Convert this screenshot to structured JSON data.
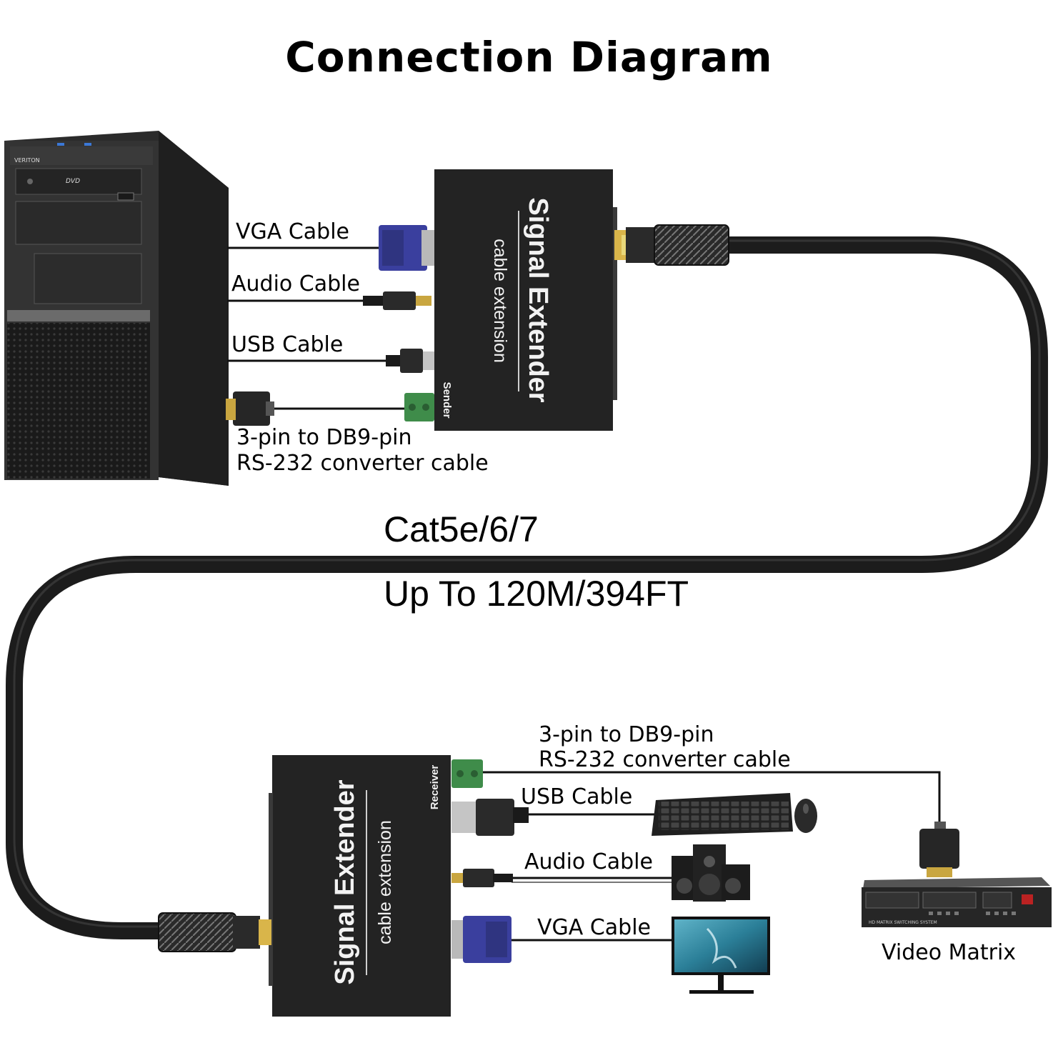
{
  "title": "Connection Diagram",
  "computer": {
    "brand": "VERITON",
    "drive_label": "DVD"
  },
  "sender": {
    "name": "Signal Extender",
    "subtitle": "cable extension",
    "role": "Sender",
    "cables": {
      "vga": "VGA Cable",
      "audio": "Audio Cable",
      "usb": "USB Cable",
      "rs232_line1": "3-pin to DB9-pin",
      "rs232_line2": "RS-232 converter cable"
    }
  },
  "network": {
    "cable_type": "Cat5e/6/7",
    "distance": "Up To 120M/394FT"
  },
  "receiver": {
    "name": "Signal Extender",
    "subtitle": "cable extension",
    "role": "Receiver",
    "cables": {
      "rs232_line1": "3-pin to DB9-pin",
      "rs232_line2": "RS-232 converter cable",
      "usb": "USB Cable",
      "audio": "Audio Cable",
      "vga": "VGA Cable"
    }
  },
  "video_matrix": {
    "label": "Video Matrix",
    "panel_text": "HD MATRIX SWITCHING SYSTEM"
  },
  "colors": {
    "device_body": "#222222",
    "vga_blue": "#3a3f9e",
    "terminal_green": "#3f8c4a",
    "cable": "#1c1c1c",
    "rj45_gold": "#d9b54a"
  }
}
